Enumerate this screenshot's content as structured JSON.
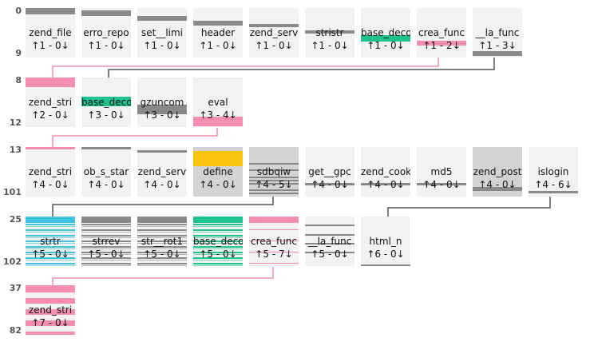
{
  "colors": {
    "gray": "#8a8a8a",
    "pink": "#f48fb1",
    "green": "#1fc28f",
    "amber": "#f9c40b",
    "cyan": "#3fc3df",
    "node_bg": "#f2f2f2",
    "node_selected_bg": "#d3d3d3"
  },
  "rows": [
    {
      "labels": [
        "0",
        "9"
      ],
      "nodes": [
        {
          "title": "zend_file",
          "count": "↑1 - 0↓",
          "accent": "gray"
        },
        {
          "title": "erro_repo",
          "count": "↑1 - 0↓",
          "accent": "gray"
        },
        {
          "title": "set__limi",
          "count": "↑1 - 0↓",
          "accent": "gray"
        },
        {
          "title": "header",
          "count": "↑1 - 0↓",
          "accent": "gray"
        },
        {
          "title": "zend_serv",
          "count": "↑1 - 0↓",
          "accent": "gray"
        },
        {
          "title": "stristr",
          "count": "↑1 - 0↓",
          "accent": "gray"
        },
        {
          "title": "base_deco",
          "count": "↑1 - 0↓",
          "accent": "green"
        },
        {
          "title": "crea_func",
          "count": "↑1 - 2↓",
          "accent": "pink"
        },
        {
          "title": "__la_func",
          "count": "↑1 - 3↓",
          "accent": "gray"
        }
      ]
    },
    {
      "labels": [
        "8",
        "12"
      ],
      "nodes": [
        {
          "title": "zend_stri",
          "count": "↑2 - 0↓",
          "accent": "pink"
        },
        {
          "title": "base_deco",
          "count": "↑3 - 0↓",
          "accent": "green"
        },
        {
          "title": "gzuncom",
          "count": "↑3 - 0↓",
          "accent": "gray"
        },
        {
          "title": "eval",
          "count": "↑3 - 4↓",
          "accent": "pink"
        }
      ]
    },
    {
      "labels": [
        "13",
        "101"
      ],
      "nodes": [
        {
          "title": "zend_stri",
          "count": "↑4 - 0↓",
          "accent": "pink"
        },
        {
          "title": "ob_s_star",
          "count": "↑4 - 0↓",
          "accent": "gray"
        },
        {
          "title": "zend_serv",
          "count": "↑4 - 0↓",
          "accent": "gray"
        },
        {
          "title": "define",
          "count": "↑4 - 0↓",
          "accent": "amber"
        },
        {
          "title": "sdbqiw",
          "count": "↑4 - 5↓",
          "accent": "gray"
        },
        {
          "title": "get__gpc",
          "count": "↑4 - 0↓",
          "accent": "gray"
        },
        {
          "title": "zend_cook",
          "count": "↑4 - 0↓",
          "accent": "gray"
        },
        {
          "title": "md5",
          "count": "↑4 - 0↓",
          "accent": "gray"
        },
        {
          "title": "zend_post",
          "count": "↑4 - 0↓",
          "accent": "gray"
        },
        {
          "title": "islogin",
          "count": "↑4 - 6↓",
          "accent": "gray"
        }
      ]
    },
    {
      "labels": [
        "25",
        "102"
      ],
      "nodes": [
        {
          "title": "strtr",
          "count": "↑5 - 0↓",
          "accent": "cyan"
        },
        {
          "title": "strrev",
          "count": "↑5 - 0↓",
          "accent": "gray"
        },
        {
          "title": "str__rot1",
          "count": "↑5 - 0↓",
          "accent": "gray"
        },
        {
          "title": "base_deco",
          "count": "↑5 - 0↓",
          "accent": "green"
        },
        {
          "title": "crea_func",
          "count": "↑5 - 7↓",
          "accent": "pink"
        },
        {
          "title": "__la_func",
          "count": "↑5 - 0↓",
          "accent": "gray"
        },
        {
          "title": "html_n",
          "count": "↑6 - 0↓",
          "accent": "gray"
        }
      ]
    },
    {
      "labels": [
        "37",
        "82"
      ],
      "nodes": [
        {
          "title": "zend_stri",
          "count": "↑7 - 0↓",
          "accent": "pink"
        }
      ]
    }
  ]
}
